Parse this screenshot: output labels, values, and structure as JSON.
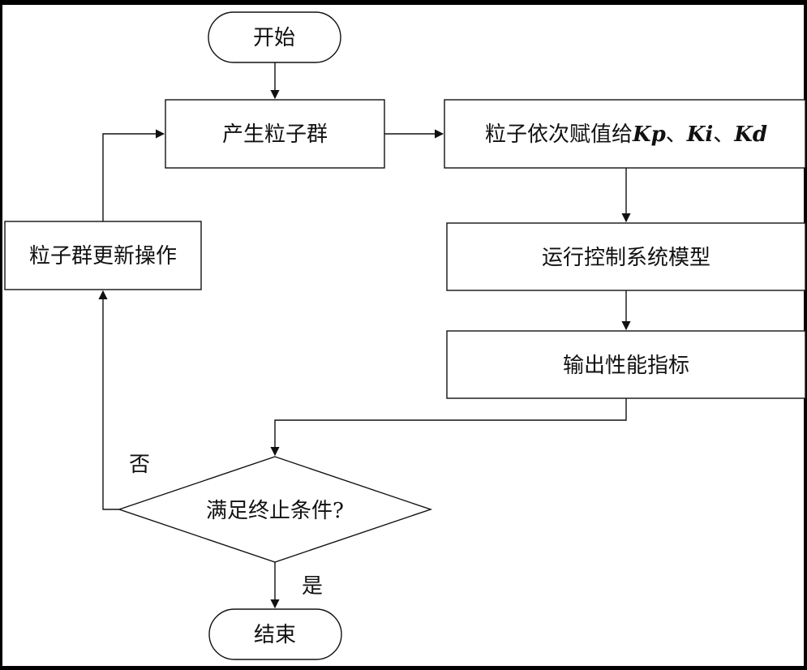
{
  "nodes": {
    "start": "开始",
    "generate": "产生粒子群",
    "assign_prefix": "粒子依次赋值给",
    "assign_vars": [
      "Kp",
      "Ki",
      "Kd"
    ],
    "assign_sep": "、",
    "run": "运行控制系统模型",
    "output": "输出性能指标",
    "condition": "满足终止条件?",
    "update": "粒子群更新操作",
    "end": "结束"
  },
  "edges": {
    "no_label": "否",
    "yes_label": "是"
  }
}
